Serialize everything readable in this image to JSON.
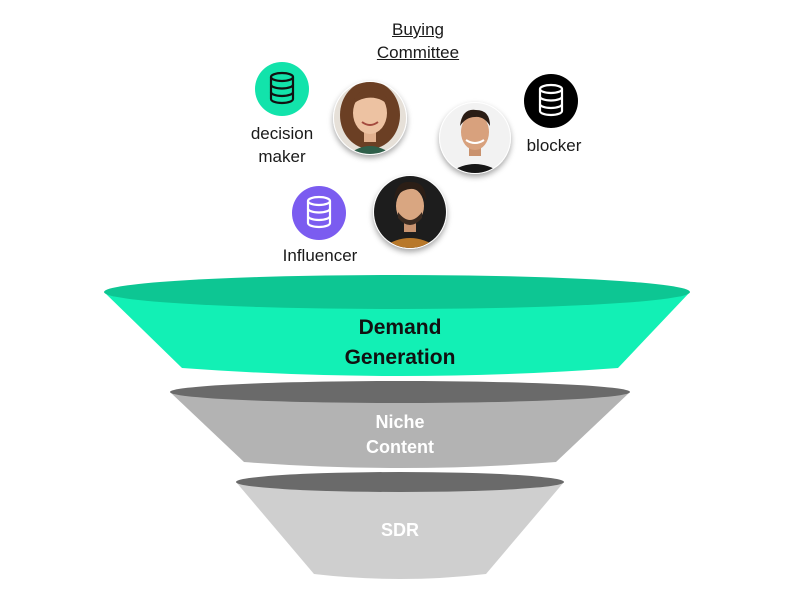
{
  "header": {
    "title_line1": "Buying",
    "title_line2": "Committee"
  },
  "roles": {
    "decision_maker": {
      "line1": "decision",
      "line2": "maker",
      "icon": "database-icon",
      "color": "#12e3ab"
    },
    "blocker": {
      "label": "blocker",
      "icon": "database-icon",
      "color": "#000000"
    },
    "influencer": {
      "label": "Influencer",
      "icon": "database-icon",
      "color": "#7b5cf0"
    }
  },
  "funnel": {
    "stage1": {
      "line1": "Demand",
      "line2": "Generation",
      "color": "#12f0b5"
    },
    "stage2": {
      "line1": "Niche",
      "line2": "Content",
      "color": "#b3b3b3"
    },
    "stage3": {
      "label": "SDR",
      "color": "#cfcfcf"
    }
  }
}
